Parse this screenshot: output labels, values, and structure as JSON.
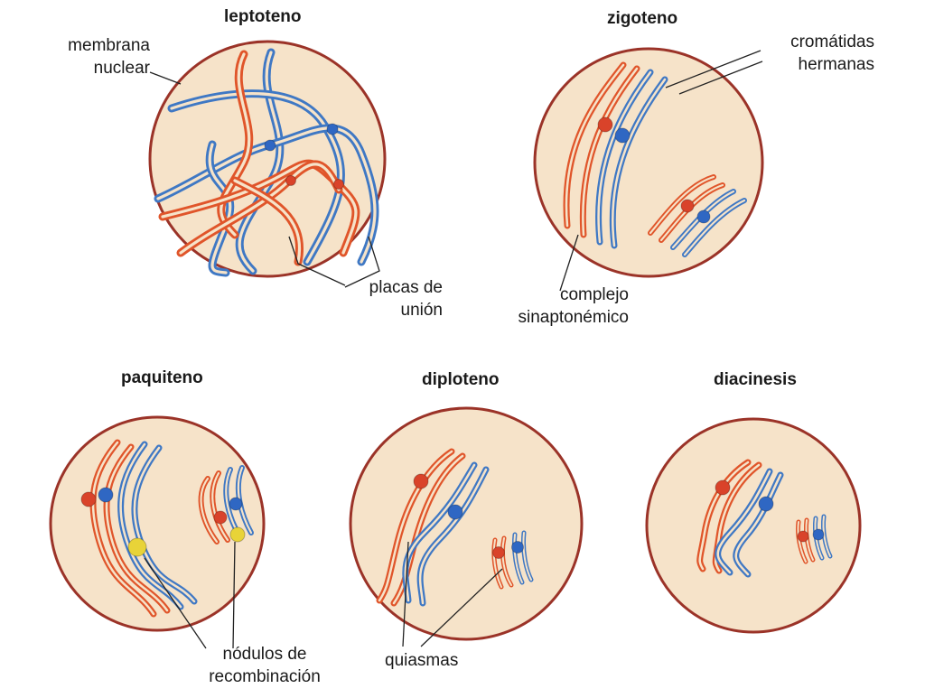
{
  "colors": {
    "cell_fill": "#f6e3c9",
    "cell_border": "#9b3328",
    "maternal_strand": "#e0552a",
    "paternal_strand": "#3f78c4",
    "centromere_red": "#d9432a",
    "centromere_blue": "#2f67c3",
    "recombination_node": "#e8d338",
    "pointer_line": "#222222"
  },
  "stages": {
    "leptoteno": {
      "title": "leptoteno"
    },
    "zigoteno": {
      "title": "zigoteno"
    },
    "paquiteno": {
      "title": "paquiteno"
    },
    "diploteno": {
      "title": "diploteno"
    },
    "diacinesis": {
      "title": "diacinesis"
    }
  },
  "annotations": {
    "membrana_nuclear": [
      "membrana",
      "nuclear"
    ],
    "placas_de_union": [
      "placas de",
      "unión"
    ],
    "cromatidas_hermanas": [
      "cromátidas",
      "hermanas"
    ],
    "complejo_sinaptonemico": [
      "complejo",
      "sinaptonémico"
    ],
    "nodulos_de_recombinacion": [
      "nódulos de",
      "recombinación"
    ],
    "quiasmas": [
      "quiasmas"
    ]
  }
}
